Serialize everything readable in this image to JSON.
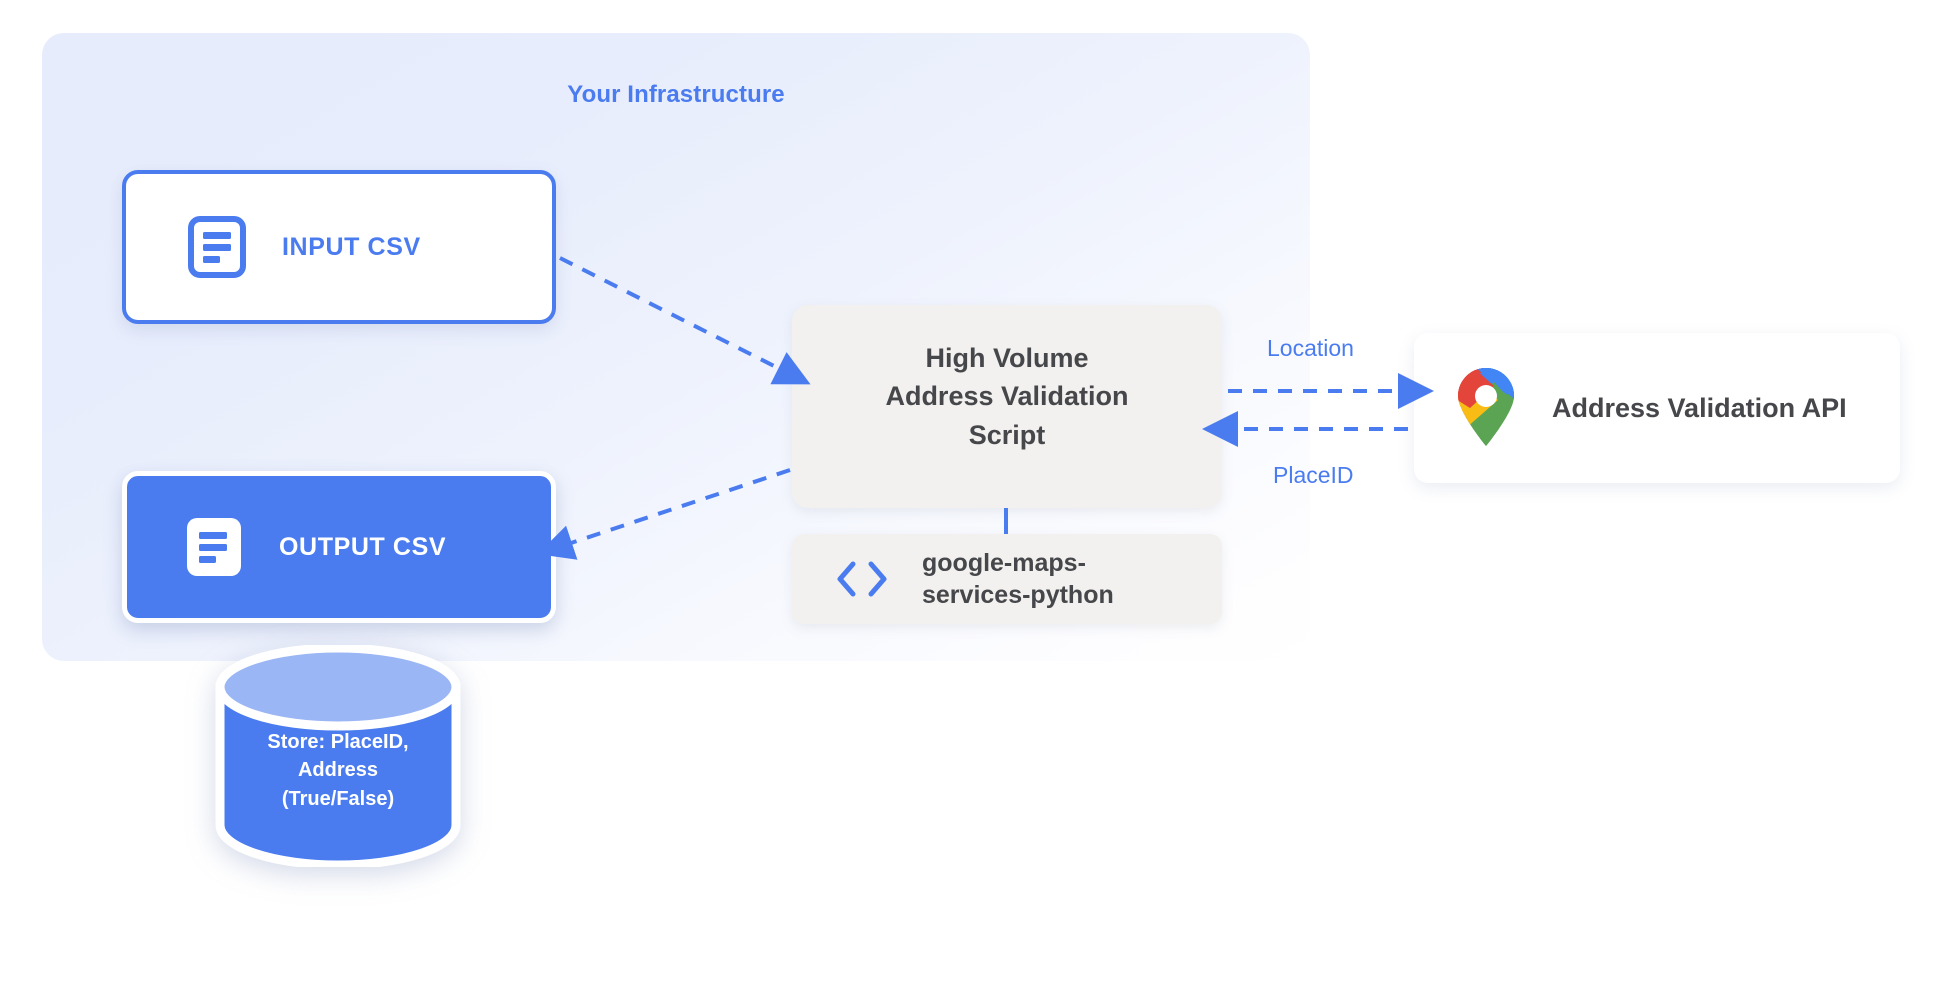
{
  "infrastructure": {
    "title": "Your Infrastructure",
    "accent_color": "#4a7cf0",
    "panel_background": "#e6ecfb"
  },
  "nodes": {
    "input_csv": {
      "label": "INPUT CSV",
      "icon": "document-icon",
      "fill": "#ffffff",
      "border": "#4a7cf0",
      "text_color": "#4a7cf0"
    },
    "output_csv": {
      "label": "OUTPUT CSV",
      "icon": "document-icon",
      "fill": "#4a7cf0",
      "border": "#ffffff",
      "text_color": "#ffffff"
    },
    "database": {
      "line1": "Store: PlaceID,",
      "line2": "Address",
      "line3": "(True/False)",
      "icon": "database-cylinder-icon",
      "body_fill": "#4a7cf0",
      "top_fill": "#9bb6f5",
      "text_color": "#ffffff"
    },
    "script": {
      "line1": "High Volume",
      "line2": "Address Validation",
      "line3": "Script",
      "fill": "#f2f1ef",
      "text_color": "#46474a"
    },
    "library": {
      "line1": "google-maps-",
      "line2": "services-python",
      "icon": "code-brackets-icon",
      "fill": "#f2f1ef",
      "text_color": "#46474a"
    },
    "api": {
      "label": "Address Validation API",
      "icon": "google-maps-pin-icon",
      "fill": "#ffffff",
      "text_color": "#46474a"
    }
  },
  "edges": {
    "input_to_script": {
      "label": "",
      "style": "dashed",
      "direction": "right"
    },
    "script_to_output": {
      "label": "",
      "style": "dashed",
      "direction": "left"
    },
    "script_to_api": {
      "label": "Location",
      "style": "dashed",
      "direction": "right"
    },
    "api_to_script": {
      "label": "PlaceID",
      "style": "dashed",
      "direction": "left"
    },
    "script_to_library": {
      "label": "",
      "style": "solid",
      "direction": "none"
    }
  },
  "icon_colors": {
    "maps_pin_blue": "#4285f4",
    "maps_pin_red": "#e4453a",
    "maps_pin_yellow": "#f9bc15",
    "maps_pin_green": "#5aa454",
    "arrow_blue": "#4a7cf0"
  }
}
